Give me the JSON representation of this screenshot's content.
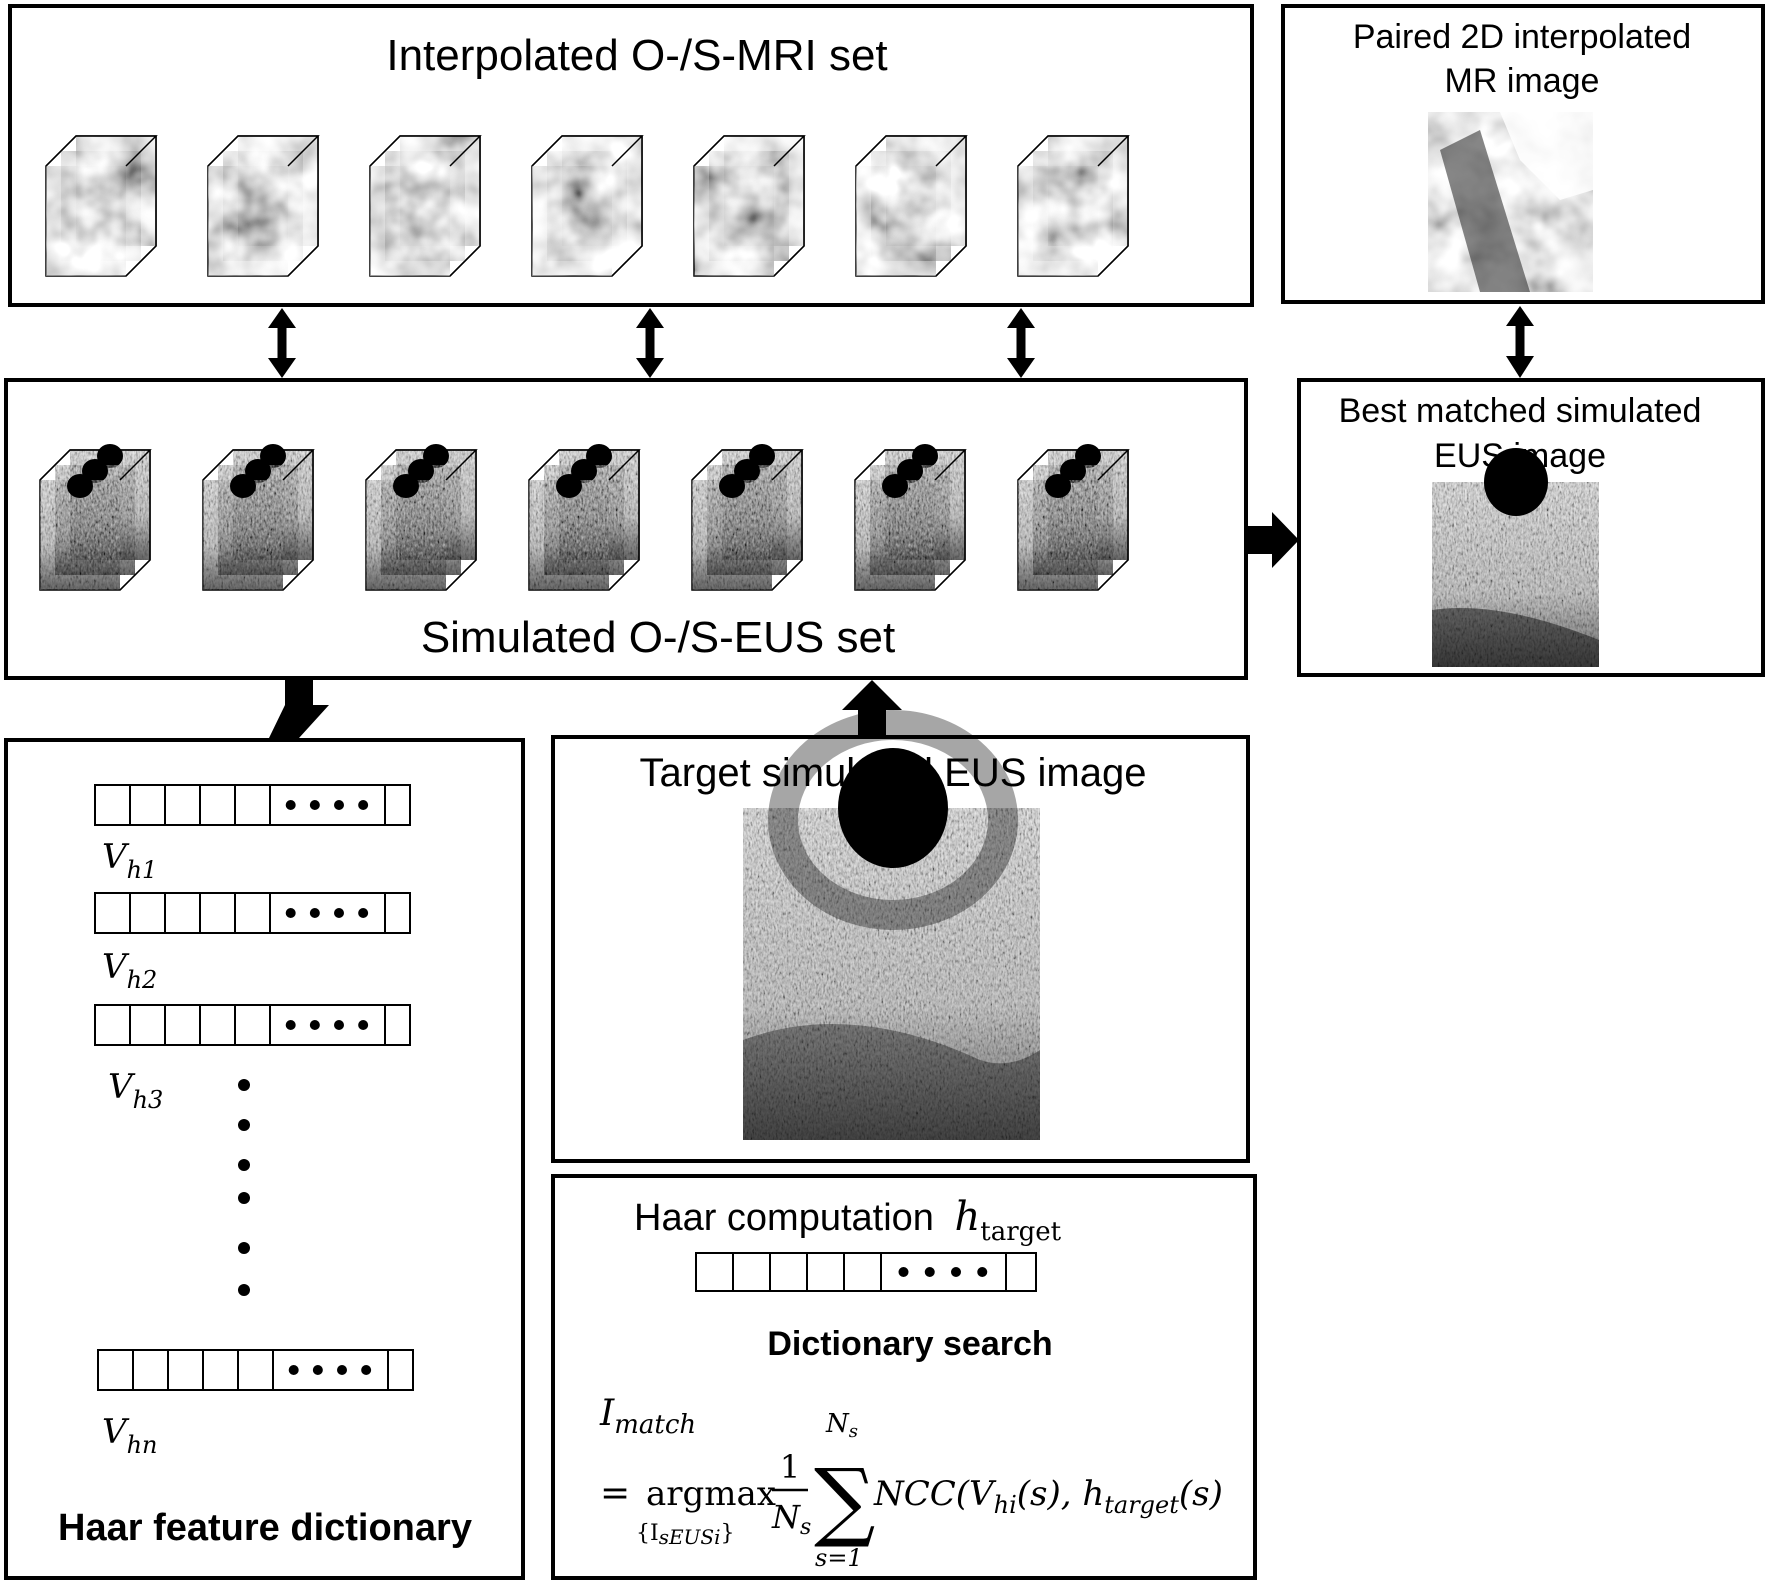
{
  "mri_panel": {
    "title": "Interpolated O-/S-MRI set",
    "cube_count": 7
  },
  "eus_panel": {
    "title": "Simulated O-/S-EUS set",
    "cube_count": 7
  },
  "paired_panel": {
    "title_line1": "Paired 2D interpolated",
    "title_line2": "MR image"
  },
  "best_panel": {
    "title_line1": "Best matched simulated",
    "title_line2": "EUS image"
  },
  "target_panel": {
    "title": "Target simulated EUS image"
  },
  "dictionary_panel": {
    "title": "Haar feature dictionary",
    "vectors": [
      {
        "var": "V",
        "sub": "h1"
      },
      {
        "var": "V",
        "sub": "h2"
      },
      {
        "var": "V",
        "sub": "h3"
      },
      {
        "var": "V",
        "sub": "hn"
      }
    ],
    "ellipsis": "••••"
  },
  "haar_panel": {
    "title": "Haar computation",
    "h_var": "h",
    "h_sub": "target",
    "ellipsis": "••••",
    "search_label": "Dictionary search",
    "formula": {
      "lhs": "I",
      "lhs_sub": "match",
      "eq": "=",
      "argmax": "argmax",
      "argmax_sub": "{I",
      "argmax_sub2": "sEUSi",
      "argmax_sub3": "}",
      "frac_num": "1",
      "frac_den": "N",
      "frac_den_sub": "s",
      "sum_top": "N",
      "sum_top_sub": "s",
      "sum_bottom": "s=1",
      "ncc": "NCC(V",
      "ncc_sub": "hi",
      "ncc_mid": "(s), h",
      "ncc_sub2": "target",
      "ncc_end": "(s)"
    }
  }
}
